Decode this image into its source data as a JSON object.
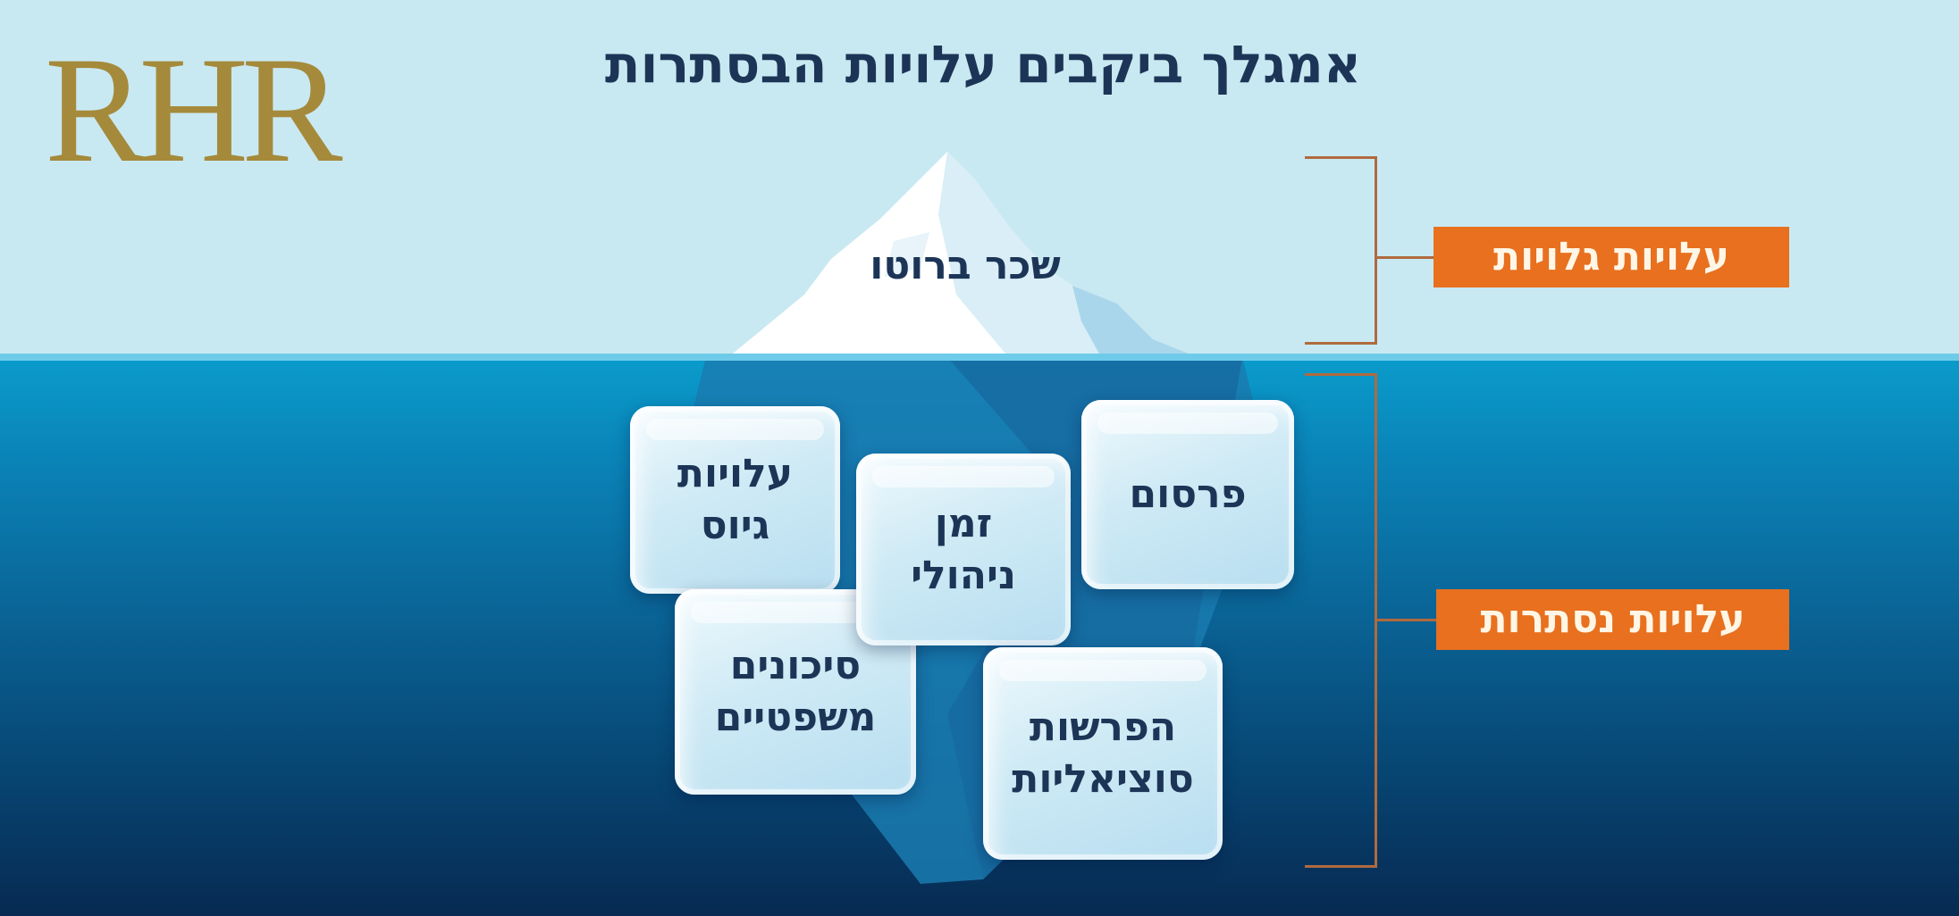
{
  "logo": {
    "text": "RHR",
    "color": "#a58a3c"
  },
  "title": "אמגלך ביקבים עלויות הבסתרות",
  "iceberg_tip": {
    "label": "שכר ברוטו"
  },
  "categories": {
    "visible": {
      "label": "עלויות גלויות",
      "color": "#e8701f"
    },
    "hidden": {
      "label": "עלויות נסתרות",
      "color": "#e8701f"
    }
  },
  "cubes": [
    {
      "id": "recruitment",
      "lines": [
        "עלויות",
        "גיוס"
      ]
    },
    {
      "id": "management-time",
      "lines": [
        "זמן",
        "ניהולי"
      ]
    },
    {
      "id": "advertising",
      "lines": [
        "פרסום"
      ]
    },
    {
      "id": "legal-risks",
      "lines": [
        "סיכונים",
        "משפטיים"
      ]
    },
    {
      "id": "social-provisions",
      "lines": [
        "הפרשות",
        "סוציאליות"
      ]
    }
  ],
  "colors": {
    "sky": "#c9e9f2",
    "sea_top": "#0a9ccc",
    "sea_bottom": "#072a52",
    "bracket": "#b06a3e",
    "text_dark": "#1c3557"
  }
}
